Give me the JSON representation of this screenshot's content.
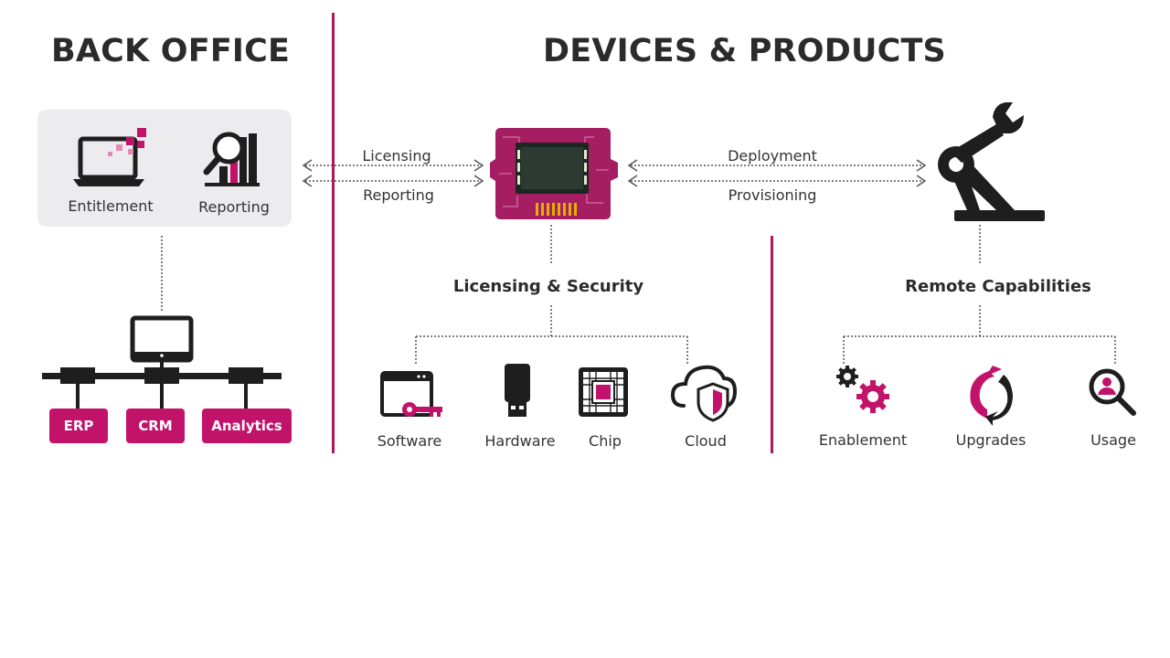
{
  "sections": {
    "back_office": "BACK OFFICE",
    "devices_products": "DEVICES & PRODUCTS"
  },
  "back_office": {
    "entitlement": "Entitlement",
    "reporting": "Reporting",
    "systems": [
      "ERP",
      "CRM",
      "Analytics"
    ]
  },
  "flows": {
    "left_top": "Licensing",
    "left_bottom": "Reporting",
    "right_top": "Deployment",
    "right_bottom": "Provisioning"
  },
  "licensing_security": {
    "heading": "Licensing & Security",
    "items": [
      "Software",
      "Hardware",
      "Chip",
      "Cloud"
    ]
  },
  "remote_capabilities": {
    "heading": "Remote Capabilities",
    "items": [
      "Enablement",
      "Upgrades",
      "Usage"
    ]
  },
  "colors": {
    "accent": "#c2136a",
    "rule": "#b0175f",
    "dark": "#2b2b2b",
    "panel": "#ececee"
  },
  "icons": [
    "laptop-icon",
    "report-chart-icon",
    "monitor-icon",
    "microchip-board-icon",
    "robot-arm-icon",
    "software-key-icon",
    "usb-stick-icon",
    "chip-icon",
    "cloud-shield-icon",
    "gears-icon",
    "refresh-icon",
    "search-user-icon"
  ]
}
